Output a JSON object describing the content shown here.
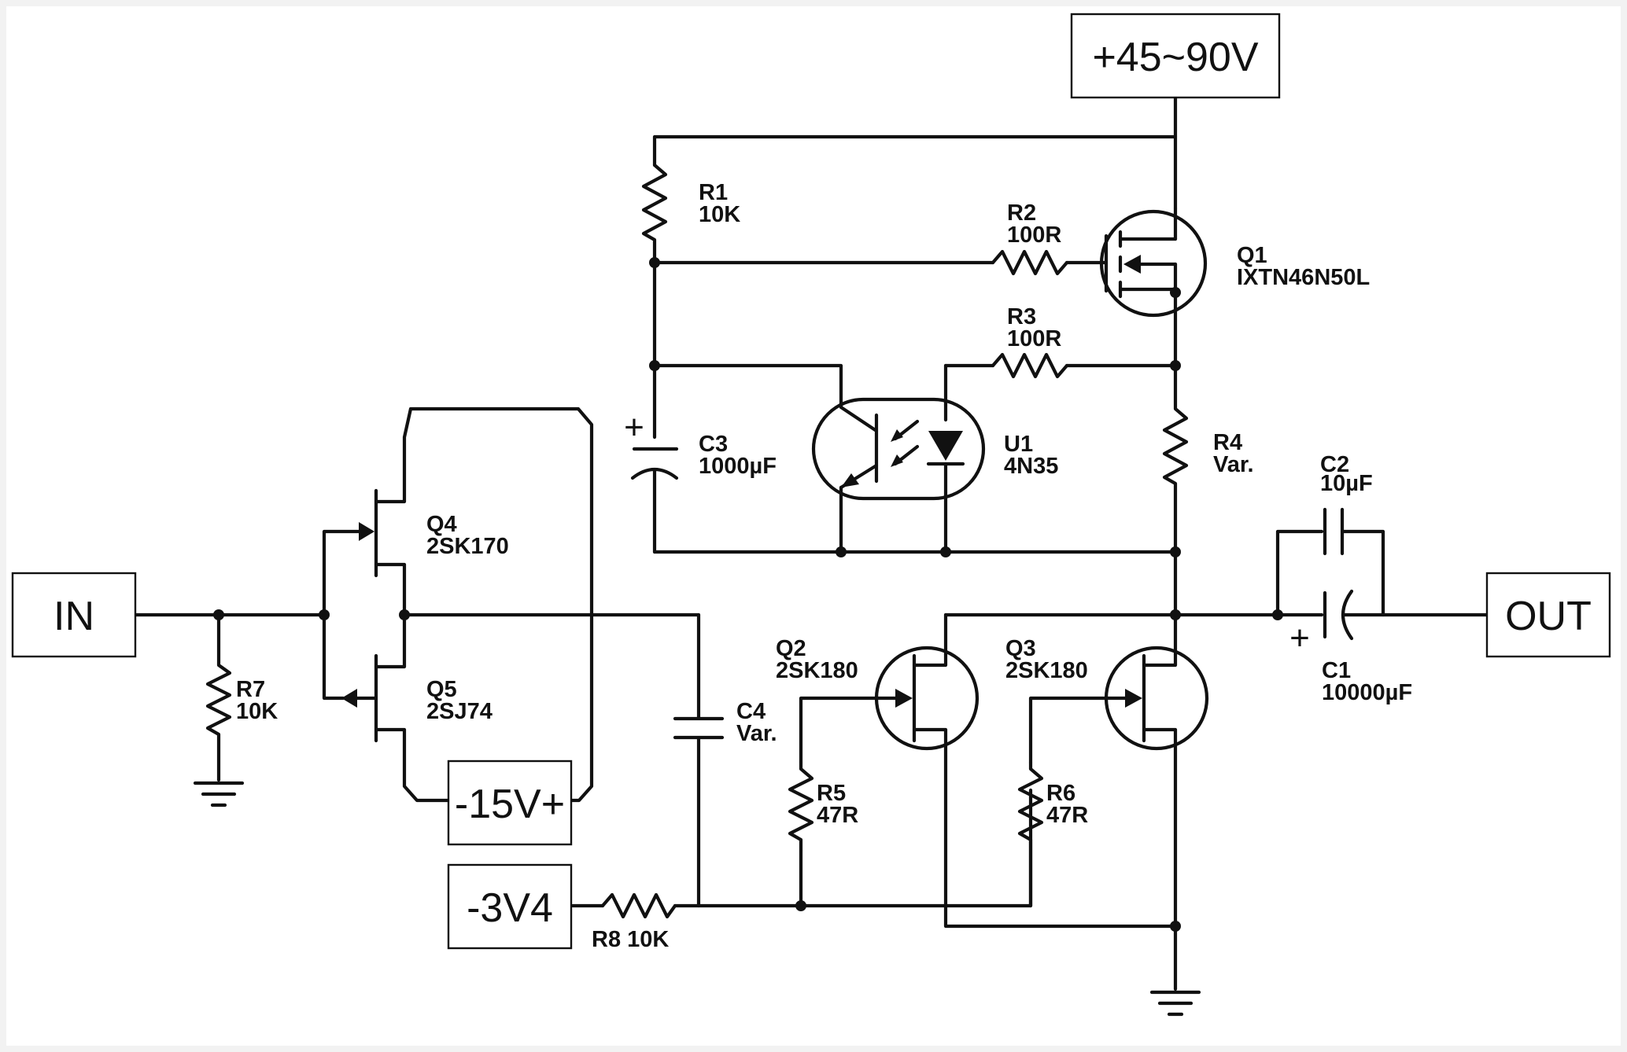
{
  "ports": {
    "supply": "+45~90V",
    "in": "IN",
    "out": "OUT",
    "neg15": "-15V+",
    "neg3v4": "-3V4"
  },
  "components": {
    "R1": {
      "ref": "R1",
      "value": "10K"
    },
    "R2": {
      "ref": "R2",
      "value": "100R"
    },
    "R3": {
      "ref": "R3",
      "value": "100R"
    },
    "R4": {
      "ref": "R4",
      "value": "Var."
    },
    "R5": {
      "ref": "R5",
      "value": "47R"
    },
    "R6": {
      "ref": "R6",
      "value": "47R"
    },
    "R7": {
      "ref": "R7",
      "value": "10K"
    },
    "R8": {
      "ref": "R8",
      "value": "10K"
    },
    "C1": {
      "ref": "C1",
      "value": "10000µF"
    },
    "C2": {
      "ref": "C2",
      "value": "10µF"
    },
    "C3": {
      "ref": "C3",
      "value": "1000µF"
    },
    "C4": {
      "ref": "C4",
      "value": "Var."
    },
    "Q1": {
      "ref": "Q1",
      "value": "IXTN46N50L"
    },
    "Q2": {
      "ref": "Q2",
      "value": "2SK180"
    },
    "Q3": {
      "ref": "Q3",
      "value": "2SK180"
    },
    "Q4": {
      "ref": "Q4",
      "value": "2SK170"
    },
    "Q5": {
      "ref": "Q5",
      "value": "2SJ74"
    },
    "U1": {
      "ref": "U1",
      "value": "4N35"
    }
  },
  "r8_label": "R8 10K",
  "polarity_plus": "+"
}
